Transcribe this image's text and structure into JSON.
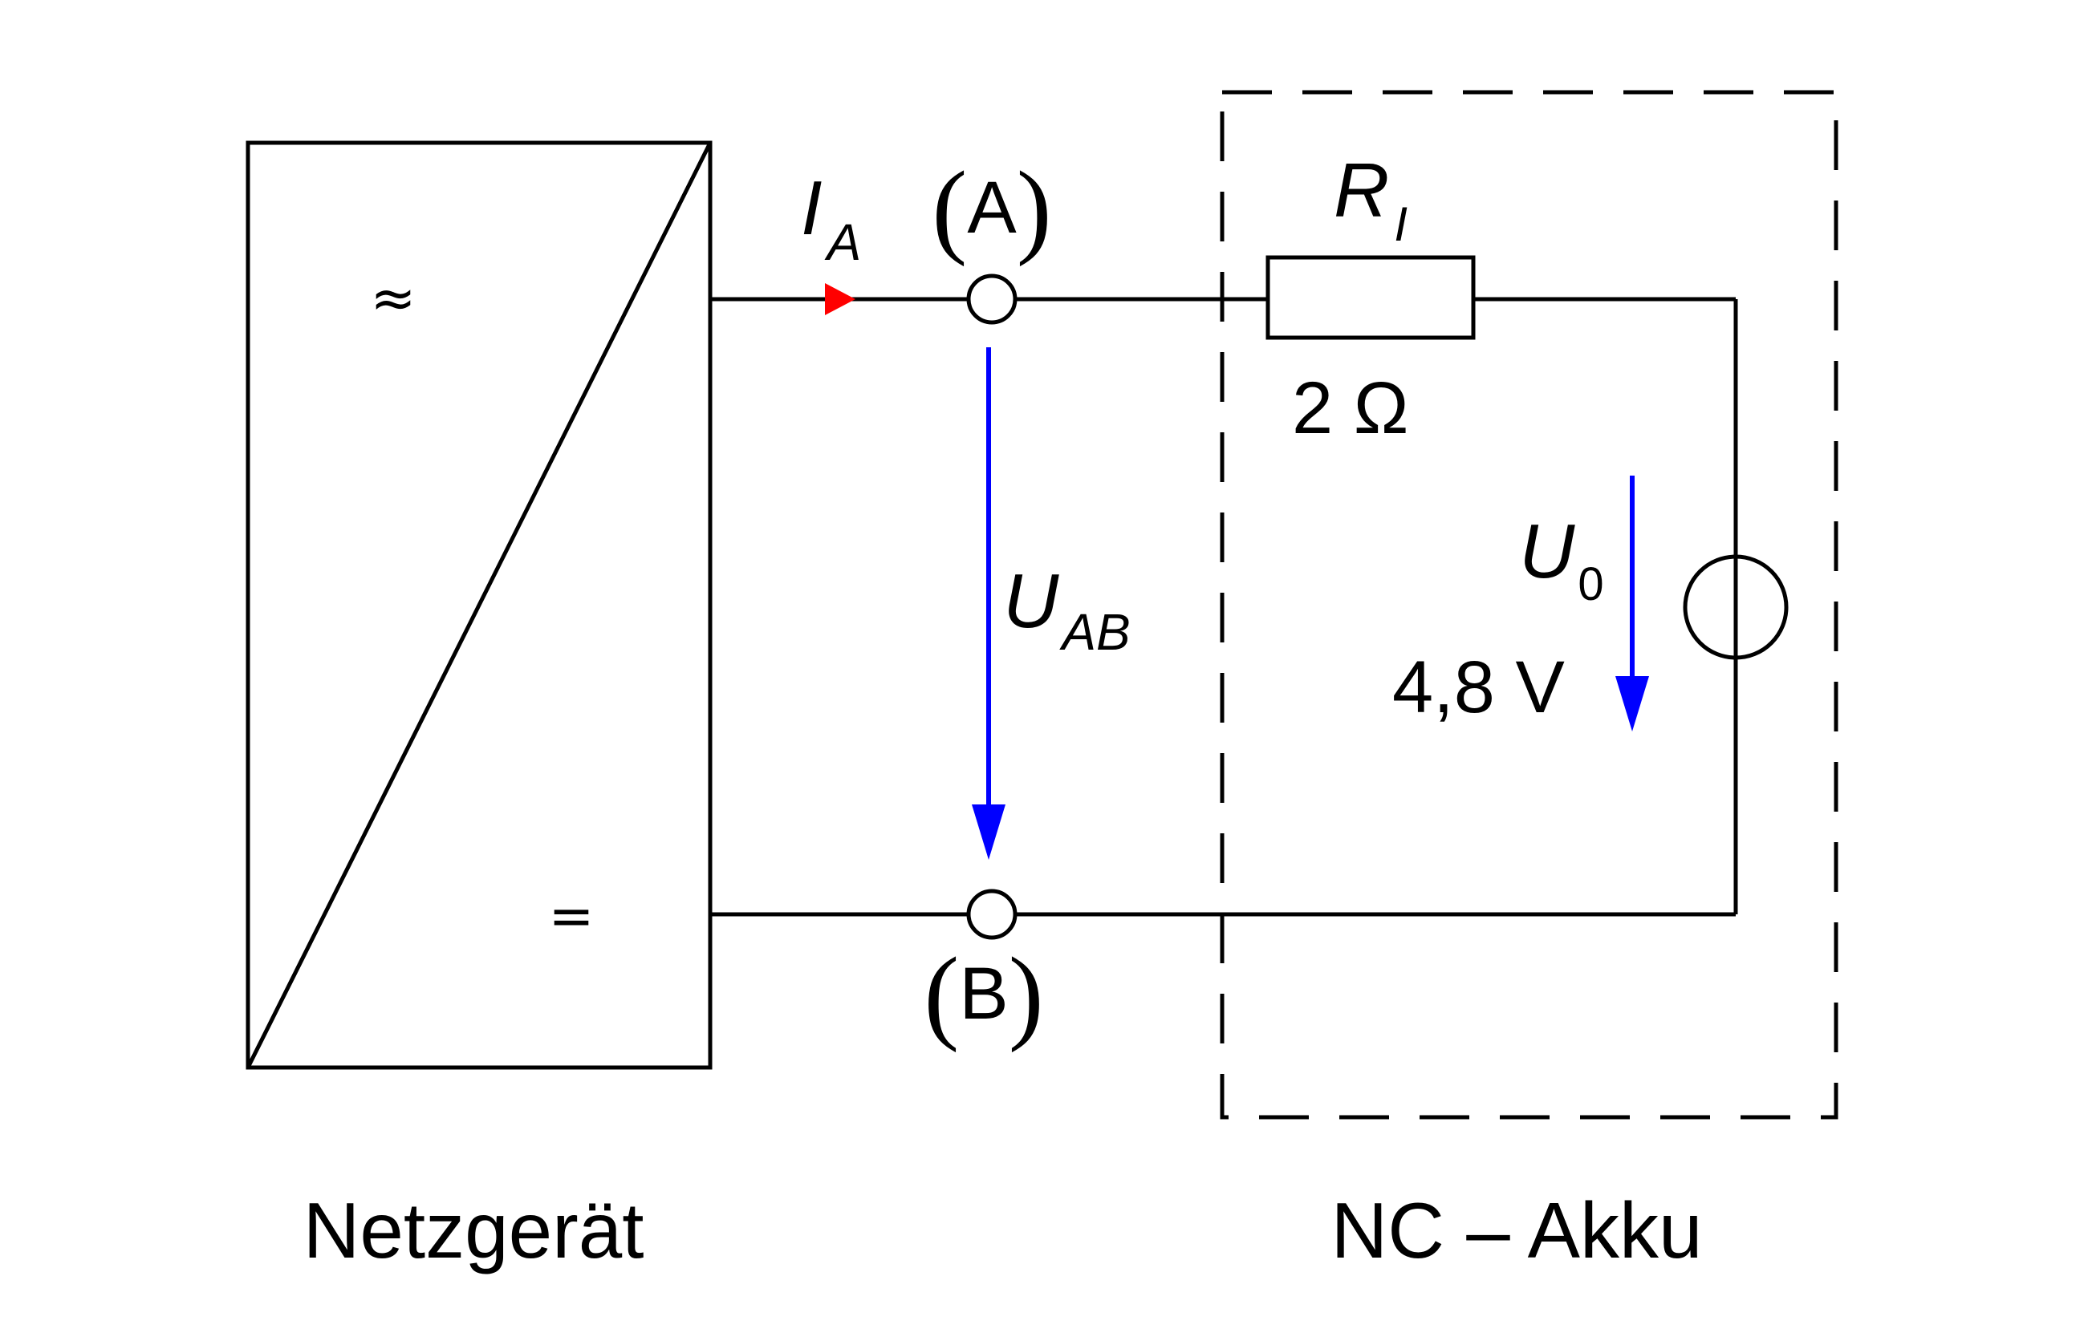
{
  "labels": {
    "current": "I",
    "current_sub": "A",
    "node_a": "A",
    "node_b": "B",
    "resistor": "R",
    "resistor_sub": "I",
    "resistor_value": "2 Ω",
    "voltage_ab": "U",
    "voltage_ab_sub": "AB",
    "source_voltage": "U",
    "source_voltage_sub": "0",
    "source_value": "4,8 V",
    "power_supply": "Netzgerät",
    "battery": "NC – Akku",
    "ac_symbol": "≈",
    "dc_symbol": "="
  },
  "colors": {
    "wire": "#000000",
    "current_arrow": "#ff0000",
    "voltage_arrow": "#0000ff"
  }
}
